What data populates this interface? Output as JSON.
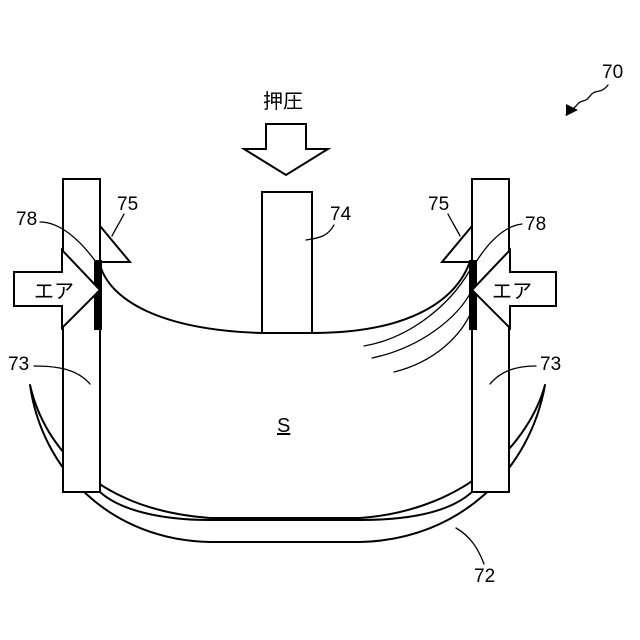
{
  "figure": {
    "ref_main": "70",
    "pressure_label": "押圧",
    "air_label_left": "エア",
    "air_label_right": "エア",
    "space_label": "S",
    "ref_tray": "72",
    "ref_wall_left": "73",
    "ref_wall_right": "73",
    "ref_pusher": "74",
    "ref_guide_left": "75",
    "ref_guide_right": "75",
    "ref_seal_left": "78",
    "ref_seal_right": "78"
  }
}
